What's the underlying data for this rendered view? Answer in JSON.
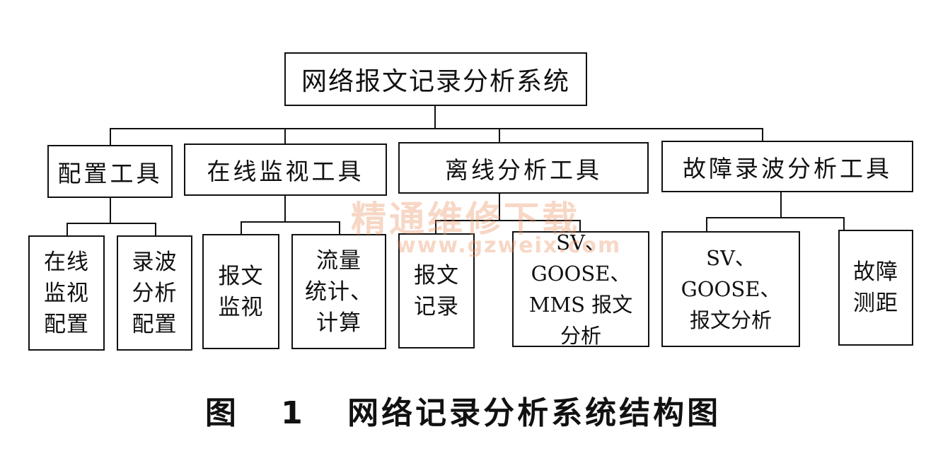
{
  "diagram": {
    "root": {
      "label": "网络报文记录分析系统"
    },
    "tools": [
      {
        "label": "配置工具"
      },
      {
        "label": "在线监视工具"
      },
      {
        "label": "离线分析工具"
      },
      {
        "label": "故障录波分析工具"
      }
    ],
    "leaves": [
      {
        "label": "在线\n监视\n配置"
      },
      {
        "label": "录波\n分析\n配置"
      },
      {
        "label": "报文\n监视"
      },
      {
        "label": "流量\n统计、\n计算"
      },
      {
        "label": "报文\n记录"
      },
      {
        "label": "SV、GOOSE、\nMMS 报文\n分析"
      },
      {
        "label": "SV、GOOSE、\n报文分析"
      },
      {
        "label": "故障\n测距"
      }
    ]
  },
  "watermark": {
    "text": "精通维修下载",
    "url": "www.gzweix.com"
  },
  "caption": {
    "figure": "图 1",
    "title": "网络记录分析系统结构图"
  }
}
